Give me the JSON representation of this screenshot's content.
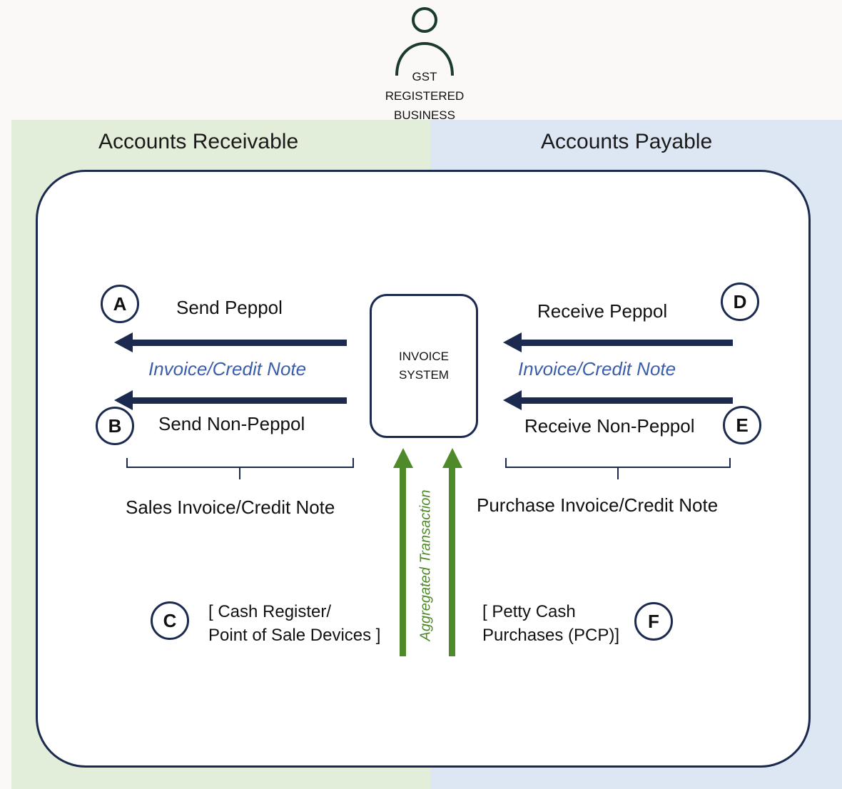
{
  "actor": {
    "caption_line1": "GST",
    "caption_line2": "REGISTERED",
    "caption_line3": "BUSINESS"
  },
  "panels": {
    "left_title": "Accounts Receivable",
    "right_title": "Accounts Payable",
    "left_color": "#e2eed9",
    "right_color": "#dde7f4"
  },
  "center": {
    "line1": "INVOICE",
    "line2": "SYSTEM"
  },
  "left": {
    "node_a": "A",
    "node_b": "B",
    "send_peppol": "Send Peppol",
    "document_type": "Invoice/Credit Note",
    "send_non_peppol": "Send Non-Peppol",
    "group_label": "Sales Invoice/Credit Note"
  },
  "right": {
    "node_d": "D",
    "node_e": "E",
    "receive_peppol": "Receive Peppol",
    "document_type": "Invoice/Credit Note",
    "receive_non_peppol": "Receive Non-Peppol",
    "group_label": "Purchase Invoice/Credit Note"
  },
  "bottom": {
    "node_c": "C",
    "node_f": "F",
    "c_line1": "[ Cash Register/",
    "c_line2": "Point of Sale Devices ]",
    "f_line1": "[ Petty Cash",
    "f_line2": "Purchases (PCP)]",
    "aggregated_label": "Aggregated Transaction"
  },
  "colors": {
    "outline": "#1b2a4e",
    "accent_blue": "#3a5ea8",
    "accent_green": "#4f8a2a"
  }
}
